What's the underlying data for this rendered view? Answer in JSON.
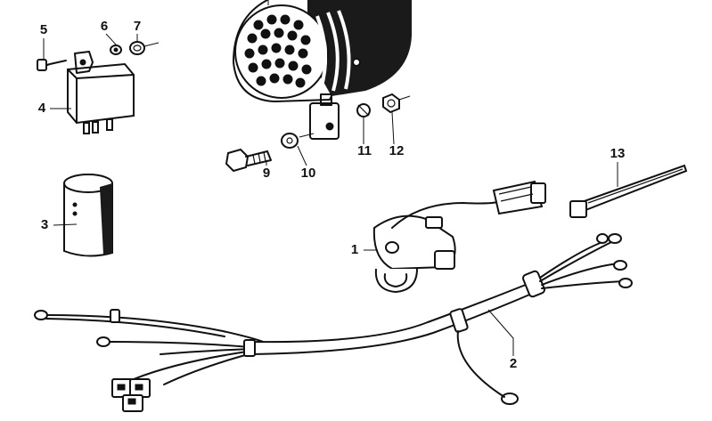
{
  "callouts": [
    {
      "id": "1",
      "label": "1"
    },
    {
      "id": "2",
      "label": "2"
    },
    {
      "id": "3",
      "label": "3"
    },
    {
      "id": "4",
      "label": "4"
    },
    {
      "id": "5",
      "label": "5"
    },
    {
      "id": "6",
      "label": "6"
    },
    {
      "id": "7",
      "label": "7"
    },
    {
      "id": "9",
      "label": "9"
    },
    {
      "id": "10",
      "label": "10"
    },
    {
      "id": "11",
      "label": "11"
    },
    {
      "id": "12",
      "label": "12"
    },
    {
      "id": "13",
      "label": "13"
    }
  ],
  "colors": {
    "ink": "#111111",
    "paper": "#ffffff"
  }
}
